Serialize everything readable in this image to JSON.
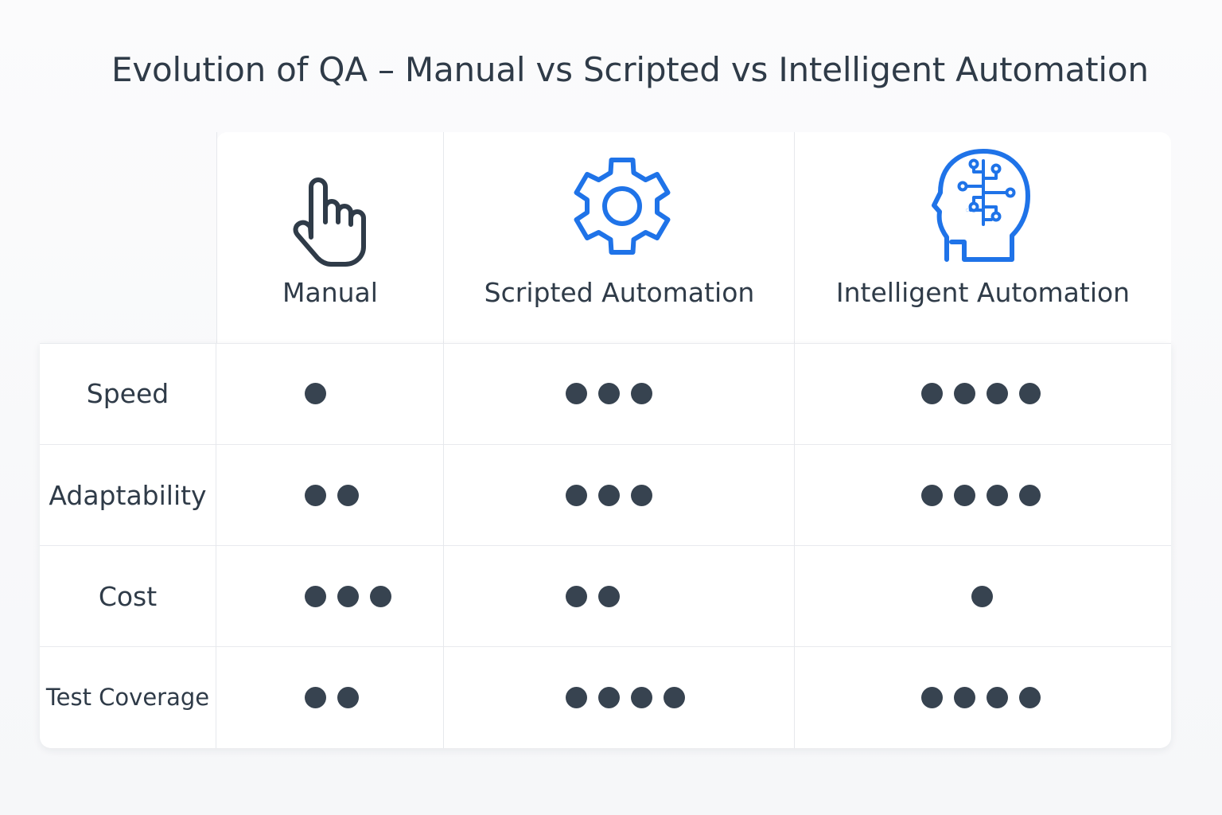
{
  "title": "Evolution of QA – Manual vs Scripted vs Intelligent Automation",
  "colors": {
    "text": "#2f3b48",
    "dot": "#374350",
    "icon_dark": "#2f3b48",
    "icon_accent": "#1f73e8",
    "grid": "#e6e8ec",
    "card": "#ffffff"
  },
  "columns": [
    {
      "label": "Manual",
      "icon": "pointing-hand-icon"
    },
    {
      "label": "Scripted Automation",
      "icon": "gear-icon"
    },
    {
      "label": "Intelligent Automation",
      "icon": "brain-circuit-head-icon"
    }
  ],
  "rows": [
    {
      "label": "Speed",
      "ratings": [
        1,
        3,
        4
      ]
    },
    {
      "label": "Adaptability",
      "ratings": [
        2,
        3,
        4
      ]
    },
    {
      "label": "Cost",
      "ratings": [
        3,
        2,
        1
      ]
    },
    {
      "label": "Test Coverage",
      "ratings": [
        2,
        4,
        4
      ]
    }
  ]
}
